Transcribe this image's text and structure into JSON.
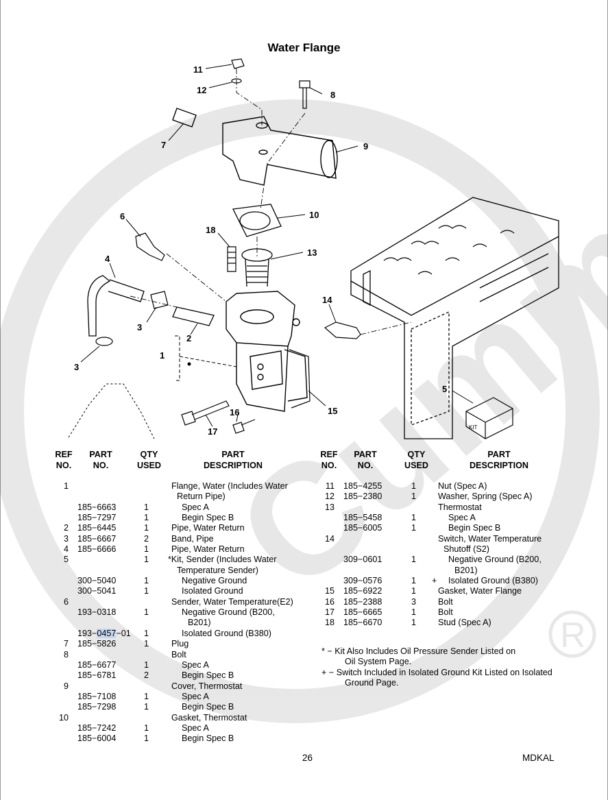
{
  "title": "Water Flange",
  "diagram_labels": [
    "11",
    "12",
    "8",
    "7",
    "9",
    "10",
    "6",
    "18",
    "13",
    "4",
    "14",
    "3",
    "2",
    "1",
    "3",
    "5",
    "16",
    "15",
    "17"
  ],
  "watermark": "Cummins",
  "headers": {
    "ref": [
      "REF",
      "NO."
    ],
    "part": [
      "PART",
      "NO."
    ],
    "qty": [
      "QTY",
      "USED"
    ],
    "desc": [
      "PART",
      "DESCRIPTION"
    ]
  },
  "left_rows": [
    {
      "ref": "1",
      "part": "",
      "qty": "",
      "desc": "Flange, Water (Includes Water",
      "indent": 0
    },
    {
      "ref": "",
      "part": "",
      "qty": "",
      "desc": "Return Pipe)",
      "indent": 1
    },
    {
      "ref": "",
      "part": "185−6663",
      "qty": "1",
      "desc": "Spec A",
      "indent": 2
    },
    {
      "ref": "",
      "part": "185−7297",
      "qty": "1",
      "desc": "Begin Spec B",
      "indent": 2
    },
    {
      "ref": "2",
      "part": "185−6445",
      "qty": "1",
      "desc": "Pipe, Water Return",
      "indent": 0
    },
    {
      "ref": "3",
      "part": "185−6667",
      "qty": "2",
      "desc": "Band, Pipe",
      "indent": 0
    },
    {
      "ref": "4",
      "part": "185−6666",
      "qty": "1",
      "desc": "Pipe, Water Return",
      "indent": 0
    },
    {
      "ref": "5",
      "part": "",
      "qty": "1",
      "desc": "*Kit, Sender (Includes Water",
      "indent": -1
    },
    {
      "ref": "",
      "part": "",
      "qty": "",
      "desc": "Temperature Sender)",
      "indent": 1
    },
    {
      "ref": "",
      "part": "300−5040",
      "qty": "1",
      "desc": "Negative Ground",
      "indent": 2
    },
    {
      "ref": "",
      "part": "300−5041",
      "qty": "1",
      "desc": "Isolated Ground",
      "indent": 2
    },
    {
      "ref": "6",
      "part": "",
      "qty": "",
      "desc": "Sender, Water Temperature(E2)",
      "indent": 0
    },
    {
      "ref": "",
      "part": "193−0318",
      "qty": "1",
      "desc": "Negative Ground (B200,",
      "indent": 2
    },
    {
      "ref": "",
      "part": "",
      "qty": "",
      "desc": "B201)",
      "indent": 3
    },
    {
      "ref": "",
      "part": "193−0457−01",
      "qty": "1",
      "desc": "Isolated Ground (B380)",
      "indent": 2
    },
    {
      "ref": "7",
      "part": "185−5826",
      "qty": "1",
      "desc": "Plug",
      "indent": 0
    },
    {
      "ref": "8",
      "part": "",
      "qty": "",
      "desc": "Bolt",
      "indent": 0
    },
    {
      "ref": "",
      "part": "185−6677",
      "qty": "1",
      "desc": "Spec A",
      "indent": 2
    },
    {
      "ref": "",
      "part": "185−6781",
      "qty": "2",
      "desc": "Begin Spec B",
      "indent": 2
    },
    {
      "ref": "9",
      "part": "",
      "qty": "",
      "desc": "Cover, Thermostat",
      "indent": 0
    },
    {
      "ref": "",
      "part": "185−7108",
      "qty": "1",
      "desc": "Spec A",
      "indent": 2
    },
    {
      "ref": "",
      "part": "185−7298",
      "qty": "1",
      "desc": "Begin Spec B",
      "indent": 2
    },
    {
      "ref": "10",
      "part": "",
      "qty": "",
      "desc": "Gasket, Thermostat",
      "indent": 0
    },
    {
      "ref": "",
      "part": "185−7242",
      "qty": "1",
      "desc": "Spec A",
      "indent": 2
    },
    {
      "ref": "",
      "part": "185−6004",
      "qty": "1",
      "desc": "Begin Spec B",
      "indent": 2
    }
  ],
  "right_rows": [
    {
      "ref": "11",
      "part": "185−4255",
      "qty": "1",
      "mark": "",
      "desc": "Nut (Spec A)",
      "indent": 0
    },
    {
      "ref": "12",
      "part": "185−2380",
      "qty": "1",
      "mark": "",
      "desc": "Washer, Spring (Spec A)",
      "indent": 0
    },
    {
      "ref": "13",
      "part": "",
      "qty": "",
      "mark": "",
      "desc": "Thermostat",
      "indent": 0
    },
    {
      "ref": "",
      "part": "185−5458",
      "qty": "1",
      "mark": "",
      "desc": "Spec A",
      "indent": 2
    },
    {
      "ref": "",
      "part": "185−6005",
      "qty": "1",
      "mark": "",
      "desc": "Begin Spec B",
      "indent": 2
    },
    {
      "ref": "14",
      "part": "",
      "qty": "",
      "mark": "",
      "desc": "Switch, Water Temperature",
      "indent": 0
    },
    {
      "ref": "",
      "part": "",
      "qty": "",
      "mark": "",
      "desc": "Shutoff (S2)",
      "indent": 1
    },
    {
      "ref": "",
      "part": "309−0601",
      "qty": "1",
      "mark": "",
      "desc": "Negative Ground (B200,",
      "indent": 2
    },
    {
      "ref": "",
      "part": "",
      "qty": "",
      "mark": "",
      "desc": "B201)",
      "indent": 3
    },
    {
      "ref": "",
      "part": "309−0576",
      "qty": "1",
      "mark": "+",
      "desc": "Isolated Ground (B380)",
      "indent": 2
    },
    {
      "ref": "15",
      "part": "185−6922",
      "qty": "1",
      "mark": "",
      "desc": "Gasket, Water Flange",
      "indent": 0
    },
    {
      "ref": "16",
      "part": "185−2388",
      "qty": "3",
      "mark": "",
      "desc": "Bolt",
      "indent": 0
    },
    {
      "ref": "17",
      "part": "185−6665",
      "qty": "1",
      "mark": "",
      "desc": "Bolt",
      "indent": 0
    },
    {
      "ref": "18",
      "part": "185−6670",
      "qty": "1",
      "mark": "",
      "desc": "Stud (Spec A)",
      "indent": 0
    }
  ],
  "notes": [
    {
      "line1": "* − Kit Also Includes Oil Pressure Sender Listed on",
      "line2": "Oil System Page."
    },
    {
      "line1": "+ − Switch Included in Isolated Ground Kit Listed on Isolated",
      "line2": "Ground Page."
    }
  ],
  "page_number": "26",
  "doc_code": "MDKAL"
}
